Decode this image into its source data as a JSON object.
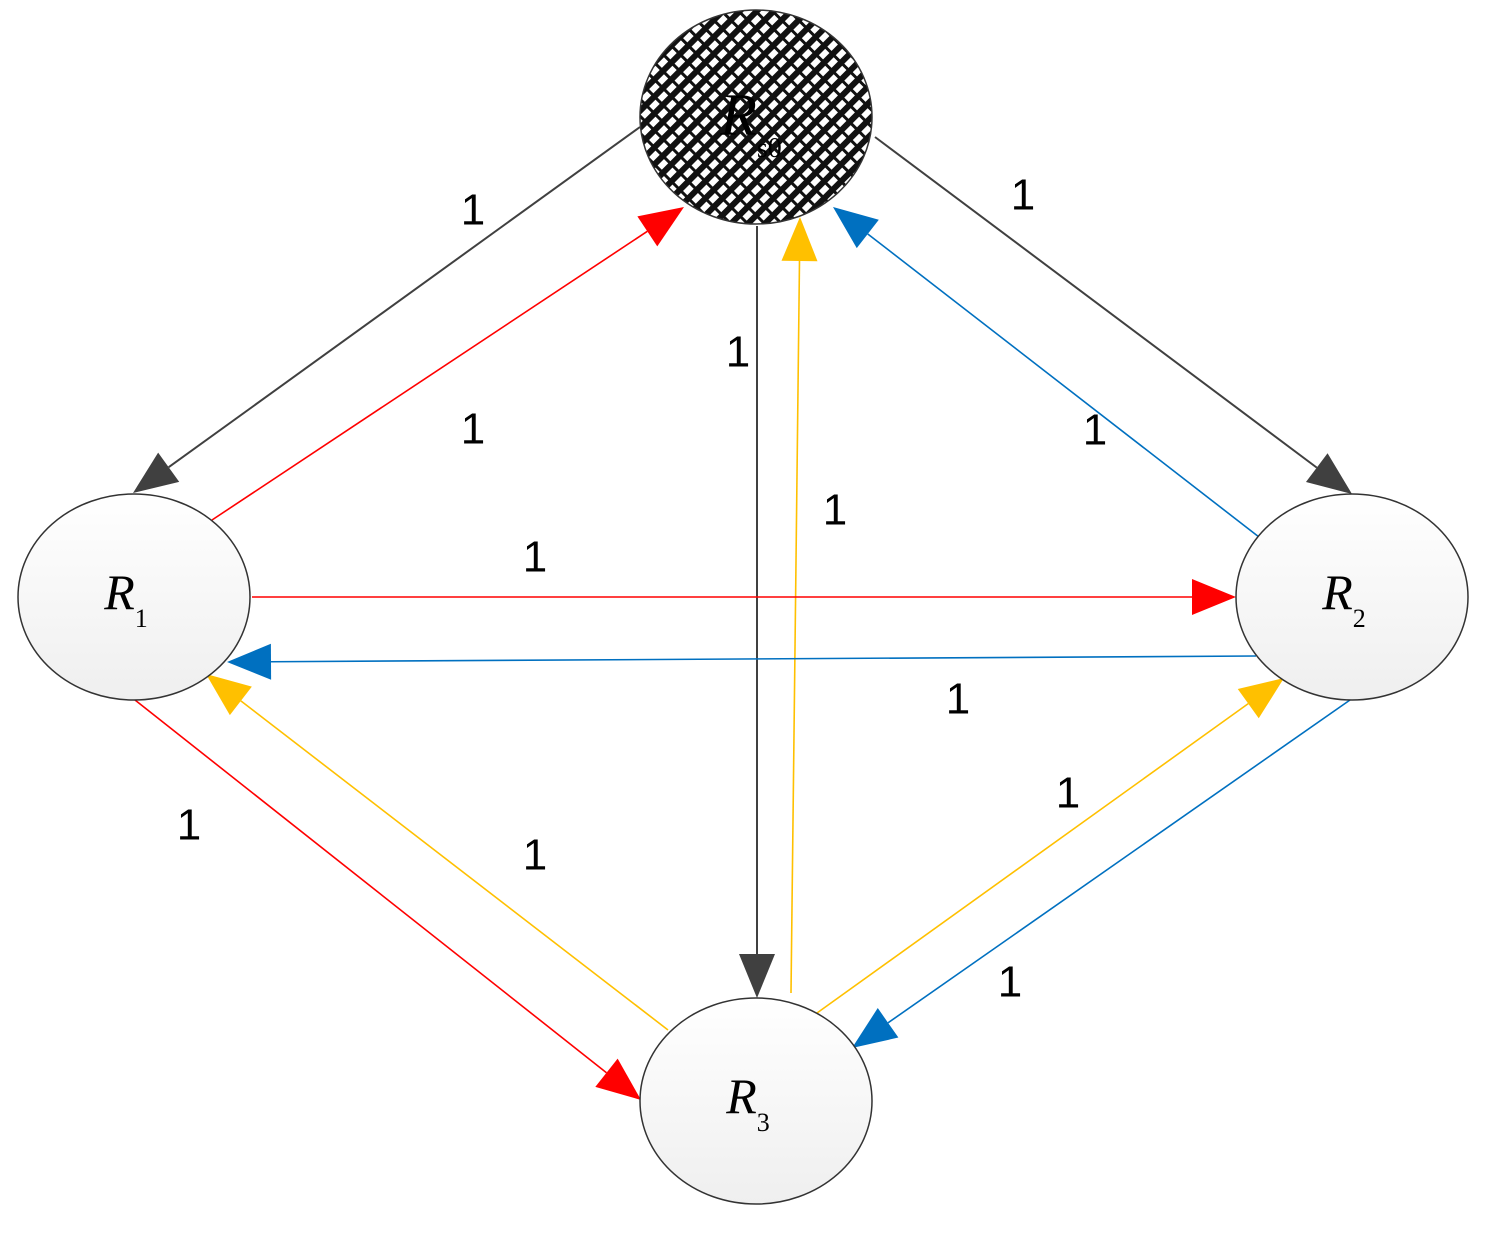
{
  "nodes": [
    {
      "id": "Rs0",
      "main": "R",
      "sub": "s0",
      "style": "hatched"
    },
    {
      "id": "R1",
      "main": "R",
      "sub": "1",
      "style": "plain"
    },
    {
      "id": "R2",
      "main": "R",
      "sub": "2",
      "style": "plain"
    },
    {
      "id": "R3",
      "main": "R",
      "sub": "3",
      "style": "plain"
    }
  ],
  "colors": {
    "black": "#404040",
    "red": "#ff0000",
    "blue": "#0070c0",
    "yellow": "#ffc000",
    "node_fill_top": "#ffffff",
    "node_fill_bottom": "#efefef",
    "node_stroke": "#333333"
  },
  "edges": [
    {
      "id": "Rs0-R1",
      "from": "Rs0",
      "to": "R1",
      "color": "black",
      "weight": "1"
    },
    {
      "id": "R1-Rs0",
      "from": "R1",
      "to": "Rs0",
      "color": "red",
      "weight": "1"
    },
    {
      "id": "Rs0-R2",
      "from": "Rs0",
      "to": "R2",
      "color": "black",
      "weight": "1"
    },
    {
      "id": "R2-Rs0",
      "from": "R2",
      "to": "Rs0",
      "color": "blue",
      "weight": "1"
    },
    {
      "id": "Rs0-R3",
      "from": "Rs0",
      "to": "R3",
      "color": "black",
      "weight": "1"
    },
    {
      "id": "R3-Rs0",
      "from": "R3",
      "to": "Rs0",
      "color": "yellow",
      "weight": "1"
    },
    {
      "id": "R1-R2",
      "from": "R1",
      "to": "R2",
      "color": "red",
      "weight": "1"
    },
    {
      "id": "R2-R1",
      "from": "R2",
      "to": "R1",
      "color": "blue",
      "weight": "1"
    },
    {
      "id": "R1-R3",
      "from": "R1",
      "to": "R3",
      "color": "red",
      "weight": "1"
    },
    {
      "id": "R3-R1",
      "from": "R3",
      "to": "R1",
      "color": "yellow",
      "weight": "1"
    },
    {
      "id": "R3-R2",
      "from": "R3",
      "to": "R2",
      "color": "yellow",
      "weight": "1"
    },
    {
      "id": "R2-R3",
      "from": "R2",
      "to": "R3",
      "color": "blue",
      "weight": "1"
    }
  ]
}
